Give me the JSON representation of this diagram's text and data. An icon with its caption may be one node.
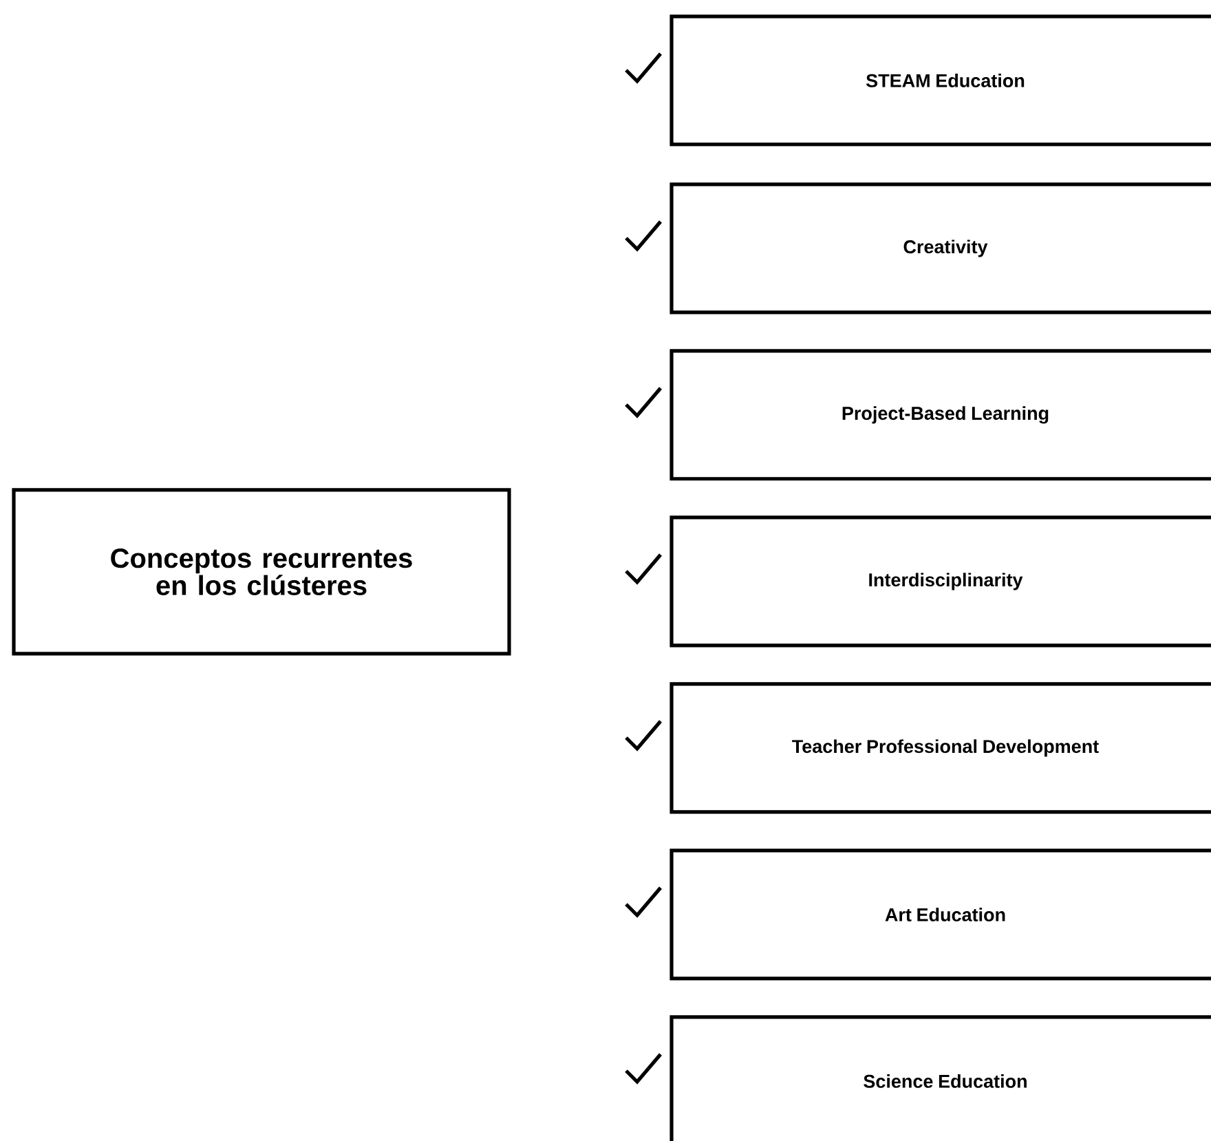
{
  "diagram": {
    "nodes": [
      {
        "text": [
          "Conceptos recurrentes en los clústeres"
        ]
      },
      {
        "text": [
          "STEAM Education"
        ]
      },
      {
        "text": [
          "Creativity"
        ]
      },
      {
        "text": [
          "Project-Based Learning"
        ]
      },
      {
        "text": [
          "Interdisciplinarity"
        ]
      },
      {
        "text": [
          "Teacher Professional Development"
        ]
      },
      {
        "text": [
          "Art Education"
        ]
      },
      {
        "text": [
          "Science Education"
        ]
      }
    ]
  }
}
